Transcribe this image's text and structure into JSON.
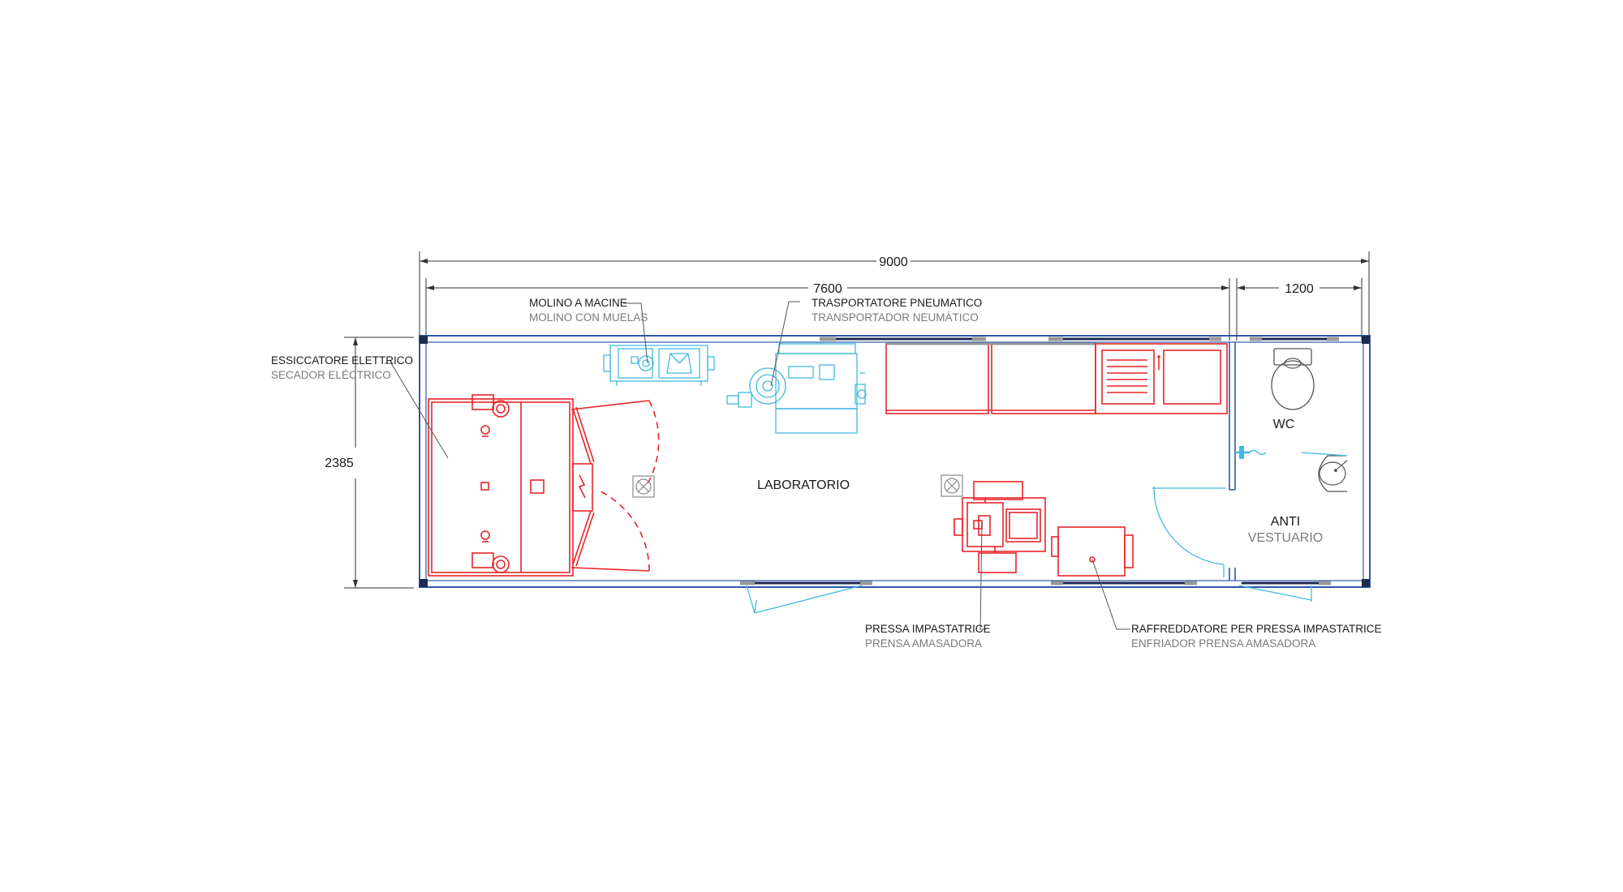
{
  "dimensions": {
    "total_length": "9000",
    "lab_length": "7600",
    "anti_length": "1200",
    "width": "2385"
  },
  "rooms": {
    "laboratorio": "LABORATORIO",
    "wc": "WC",
    "anti": "ANTI",
    "vestuario": "VESTUARIO"
  },
  "labels": {
    "essiccatore": {
      "it": "ESSICCATORE ELETTRICO",
      "es": "SECADOR ELÉCTRICO"
    },
    "molino": {
      "it": "MOLINO A MACINE",
      "es": "MOLINO CON MUELAS"
    },
    "trasportatore": {
      "it": "TRASPORTATORE PNEUMATICO",
      "es": "TRANSPORTADOR NEUMÁTICO"
    },
    "pressa": {
      "it": "PRESSA IMPASTATRICE",
      "es": "PRENSA AMASADORA"
    },
    "raffreddatore": {
      "it": "RAFFREDDATORE PER PRESSA IMPASTATRICE",
      "es": "ENFRIADOR PRENSA AMASADORA"
    }
  },
  "colors": {
    "wall": "#2b5aa8",
    "equipment_red": "#e8242a",
    "equipment_cyan": "#41b9e2"
  }
}
